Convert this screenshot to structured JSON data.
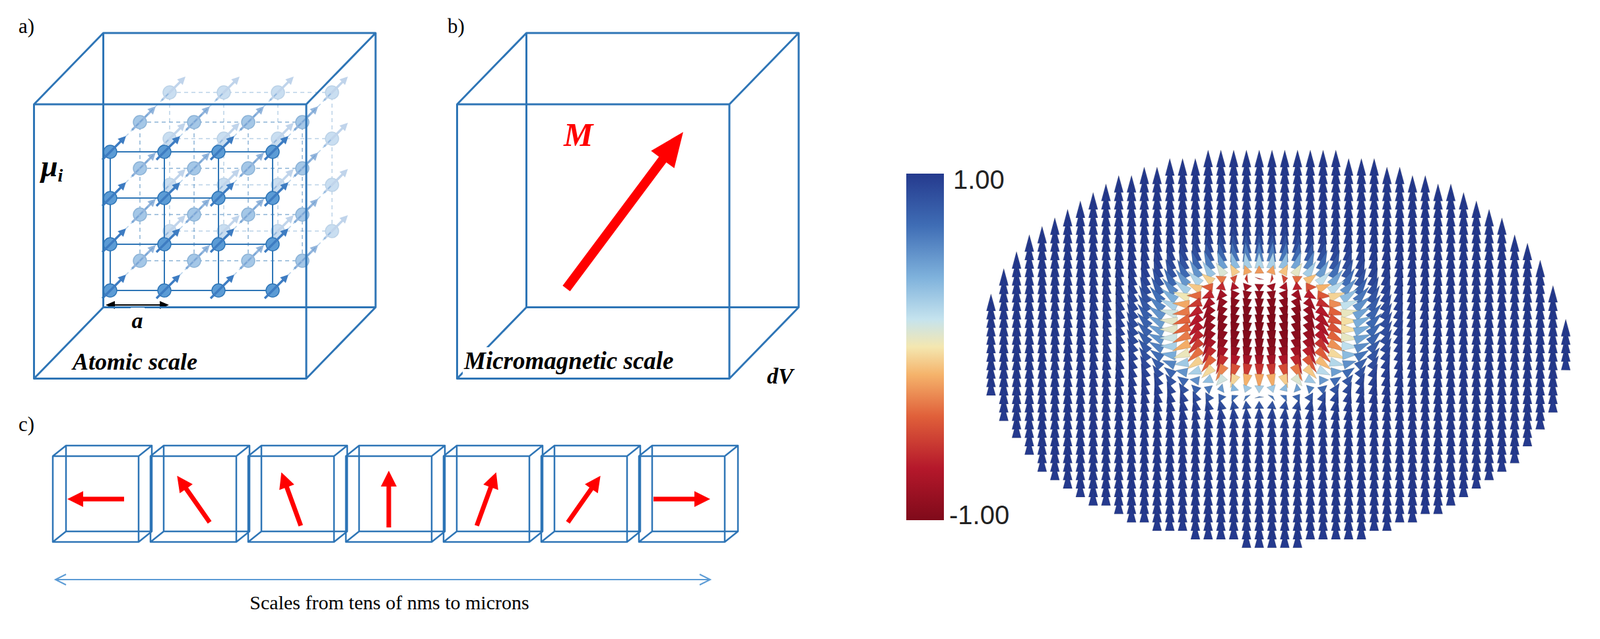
{
  "diagram": {
    "nodes": [
      {
        "text": [
          "Atomic scale"
        ]
      },
      {
        "text": [
          "Micromagnetic scale"
        ]
      }
    ],
    "labels": [
      "a)",
      "μ",
      "i",
      "a",
      "b)",
      "M",
      "dV",
      "c)",
      "Scales from tens of nms to microns",
      "1.00",
      "-1.00"
    ]
  }
}
